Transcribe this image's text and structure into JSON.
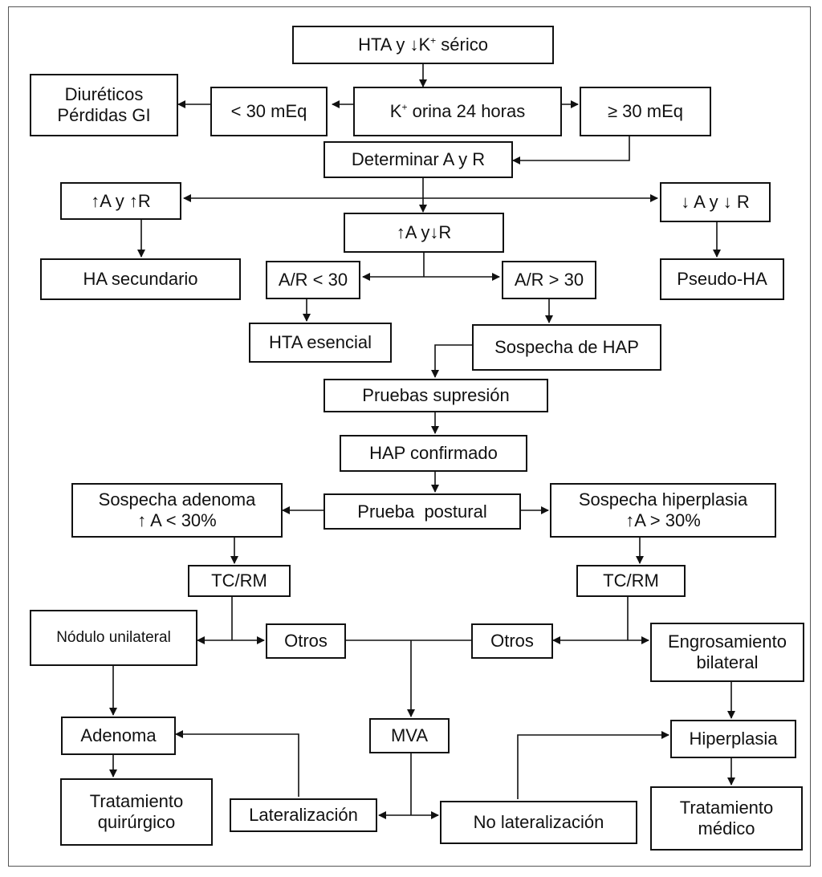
{
  "nodes": {
    "hta": {
      "pre": "HTA y ↓K",
      "sup": "+",
      "post": " sérico"
    },
    "diureticos": {
      "line1": "Diuréticos",
      "line2": "Pérdidas GI"
    },
    "lt30": "< 30 mEq",
    "korina": {
      "pre": "K",
      "sup": "+",
      "post": " orina 24 horas"
    },
    "ge30": "≥ 30 mEq",
    "determinar": "Determinar A y R",
    "up_a_up_r": "↑A y ↑R",
    "up_a_down_r": "↑A y↓R",
    "down_a_down_r": "↓ A y ↓ R",
    "ha_secundario": "HA secundario",
    "ar_lt30": "A/R < 30",
    "ar_gt30": "A/R > 30",
    "pseudo_ha": "Pseudo-HA",
    "hta_esencial": "HTA esencial",
    "sospecha_hap": "Sospecha de HAP",
    "pruebas_supresion": "Pruebas supresión",
    "hap_confirmado": "HAP confirmado",
    "sospecha_adenoma": {
      "line1": "Sospecha adenoma",
      "line2": "↑ A < 30%"
    },
    "prueba_postural": "Prueba  postural",
    "sospecha_hiperplasia": {
      "line1": "Sospecha hiperplasia",
      "line2": "↑A > 30%"
    },
    "tcrm_left": "TC/RM",
    "tcrm_right": "TC/RM",
    "nodulo": "Nódulo unilateral",
    "otros_left": "Otros",
    "otros_right": "Otros",
    "engrosamiento": {
      "line1": "Engrosamiento",
      "line2": "bilateral"
    },
    "adenoma": "Adenoma",
    "mva": "MVA",
    "hiperplasia": "Hiperplasia",
    "trat_quirurgico": {
      "line1": "Tratamiento",
      "line2": "quirúrgico"
    },
    "lateralizacion": "Lateralización",
    "no_lateralizacion": "No lateralización",
    "trat_medico": {
      "line1": "Tratamiento",
      "line2": "médico"
    }
  }
}
